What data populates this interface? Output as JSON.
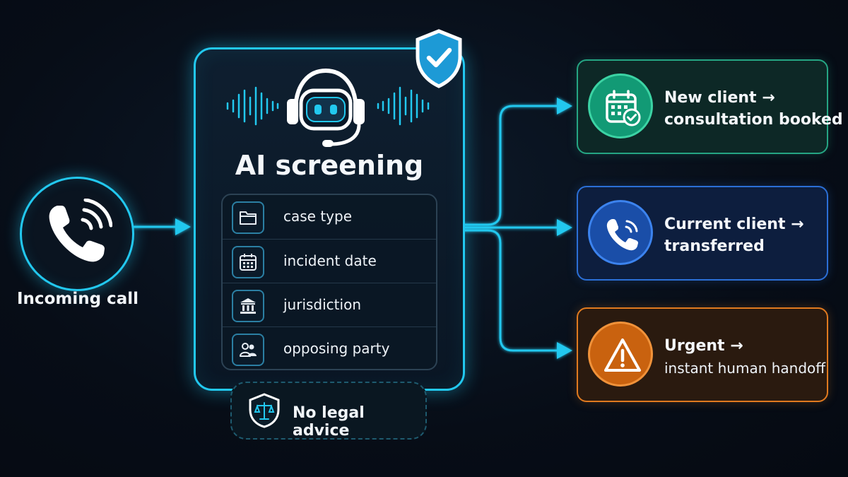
{
  "incoming": {
    "label": "Incoming call"
  },
  "screening": {
    "title": "AI screening",
    "fields": [
      {
        "label": "case type",
        "icon": "folder-icon"
      },
      {
        "label": "incident date",
        "icon": "calendar-icon"
      },
      {
        "label": "jurisdiction",
        "icon": "courthouse-icon"
      },
      {
        "label": "opposing party",
        "icon": "people-icon"
      }
    ],
    "disclaimer": "No legal advice"
  },
  "outcomes": [
    {
      "line1": "New client →",
      "line2": "consultation booked",
      "icon": "calendar-check-icon",
      "color": "#25a583"
    },
    {
      "line1": "Current client →",
      "line2": "transferred",
      "icon": "phone-icon",
      "color": "#2b6fd6"
    },
    {
      "line1": "Urgent →",
      "line2": "instant human handoff",
      "icon": "warning-icon",
      "color": "#e07a1f"
    }
  ],
  "colors": {
    "accent": "#22c8ef",
    "background": "#070d17"
  }
}
